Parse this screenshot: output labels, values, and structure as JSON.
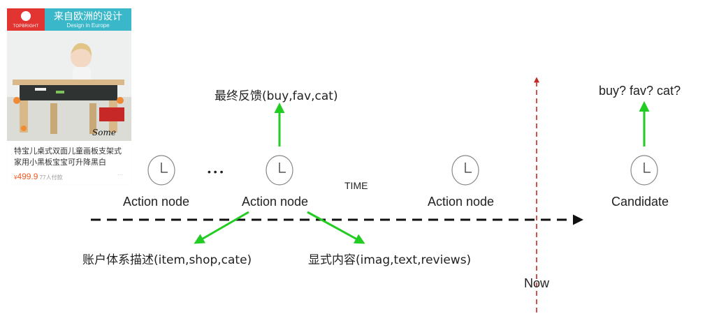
{
  "product_card": {
    "brand": "TOPBRIGHT",
    "banner_title": "来自欧洲的设计",
    "banner_subtitle": "Design in Europe",
    "signature": "Some",
    "title": "特宝儿桌式双面儿童画板支架式家用小黑板宝宝可升降黑白",
    "price_symbol": "¥",
    "price": "499.9",
    "payers": "77人付款",
    "more": "···"
  },
  "diagram": {
    "ellipsis": "• • •",
    "time_label": "TIME",
    "nodes": [
      {
        "label": "Action node"
      },
      {
        "label": "Action node"
      },
      {
        "label": "Action node"
      },
      {
        "label": "Candidate"
      }
    ],
    "feedback_label": "最终反馈(buy,fav,cat)",
    "candidate_question": "buy? fav? cat?",
    "account_label": "账户体系描述(item,shop,cate)",
    "display_label": "显式内容(imag,text,reviews)",
    "now_label": "Now",
    "colors": {
      "green_arrow": "#22cc22",
      "now_line": "#c62828",
      "timeline": "#111111"
    }
  }
}
